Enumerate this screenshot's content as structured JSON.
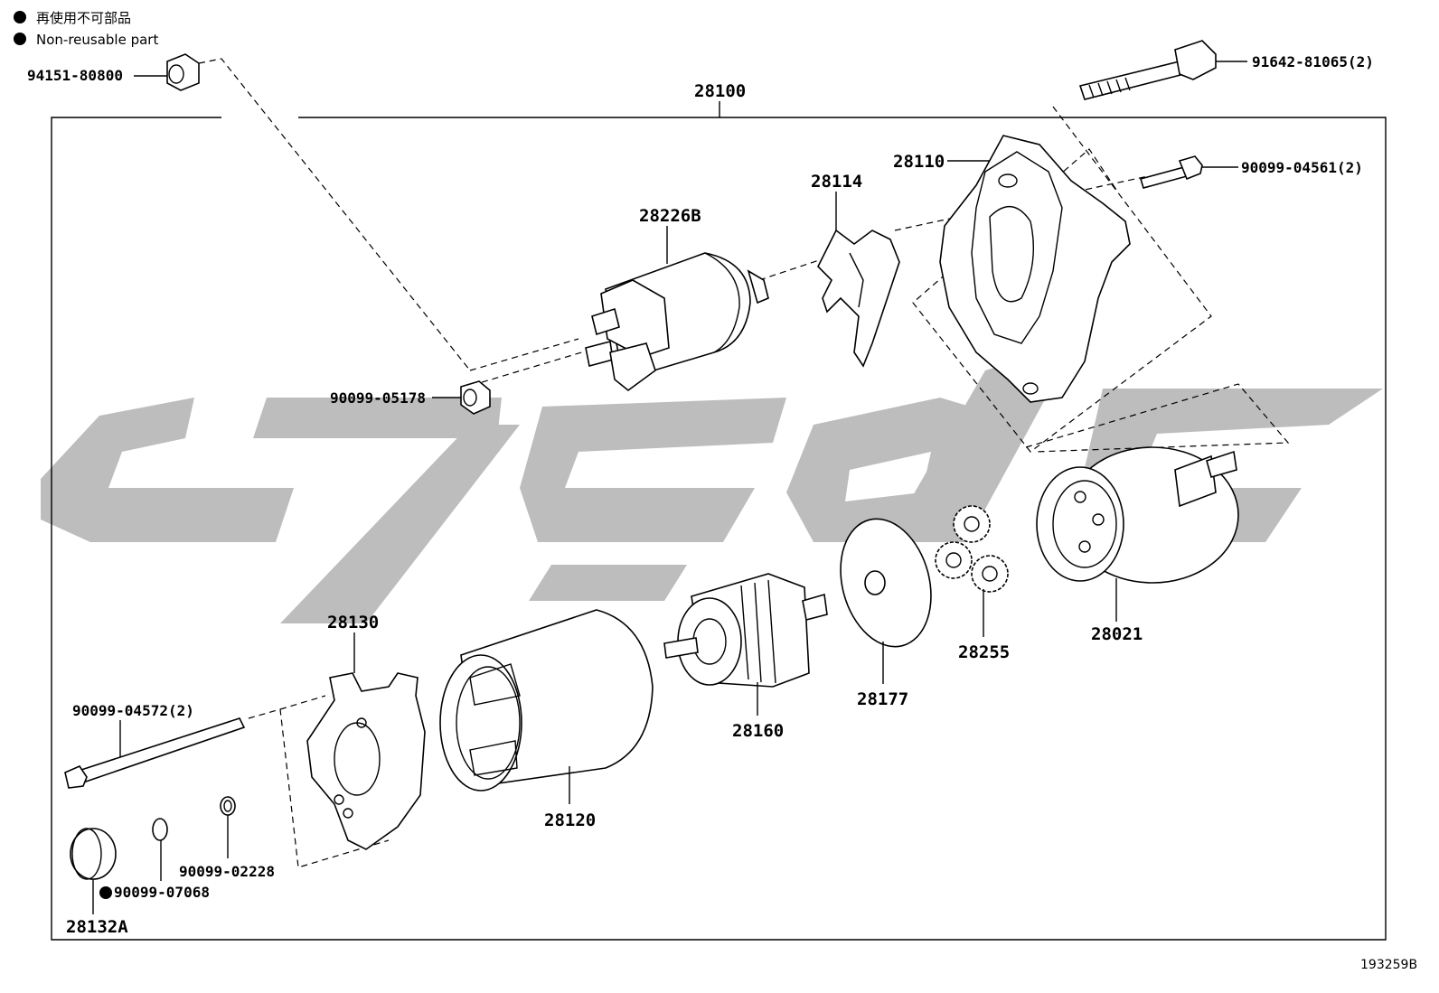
{
  "legend": [
    {
      "text": "再使用不可部品"
    },
    {
      "text": "Non-reusable part"
    }
  ],
  "assembly": {
    "number": "28100"
  },
  "parts": {
    "p94151": "94151-80800",
    "p91642": "91642-81065(2)",
    "p90099_04561": "90099-04561(2)",
    "p28110": "28110",
    "p28114": "28114",
    "p28226B": "28226B",
    "p90099_05178": "90099-05178",
    "p28021": "28021",
    "p28255": "28255",
    "p28177": "28177",
    "p28160": "28160",
    "p28120": "28120",
    "p28130": "28130",
    "p90099_04572": "90099-04572(2)",
    "p90099_02228": "90099-02228",
    "p90099_07068": "90099-07068",
    "p28132A": "28132A"
  },
  "figure_code": "193259B",
  "colors": {
    "line": "#000000",
    "watermark": "#bdbdbd",
    "background": "#ffffff"
  }
}
